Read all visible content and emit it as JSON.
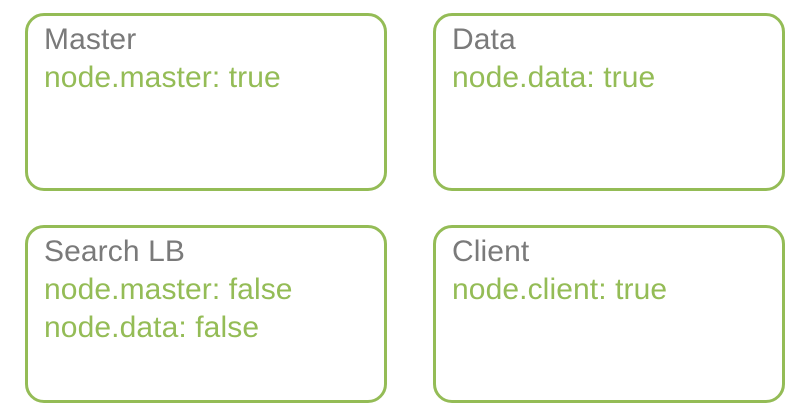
{
  "diagram": {
    "background_color": "#ffffff",
    "border_color": "#94bc56",
    "title_color": "#7a7a7a",
    "property_color": "#94bc56",
    "boxes": [
      {
        "id": "master",
        "title": "Master",
        "properties": [
          "node.master: true"
        ]
      },
      {
        "id": "data",
        "title": "Data",
        "properties": [
          "node.data: true"
        ]
      },
      {
        "id": "search-lb",
        "title": "Search LB",
        "properties": [
          "node.master: false",
          "node.data: false"
        ]
      },
      {
        "id": "client",
        "title": "Client",
        "properties": [
          "node.client: true"
        ]
      }
    ]
  }
}
